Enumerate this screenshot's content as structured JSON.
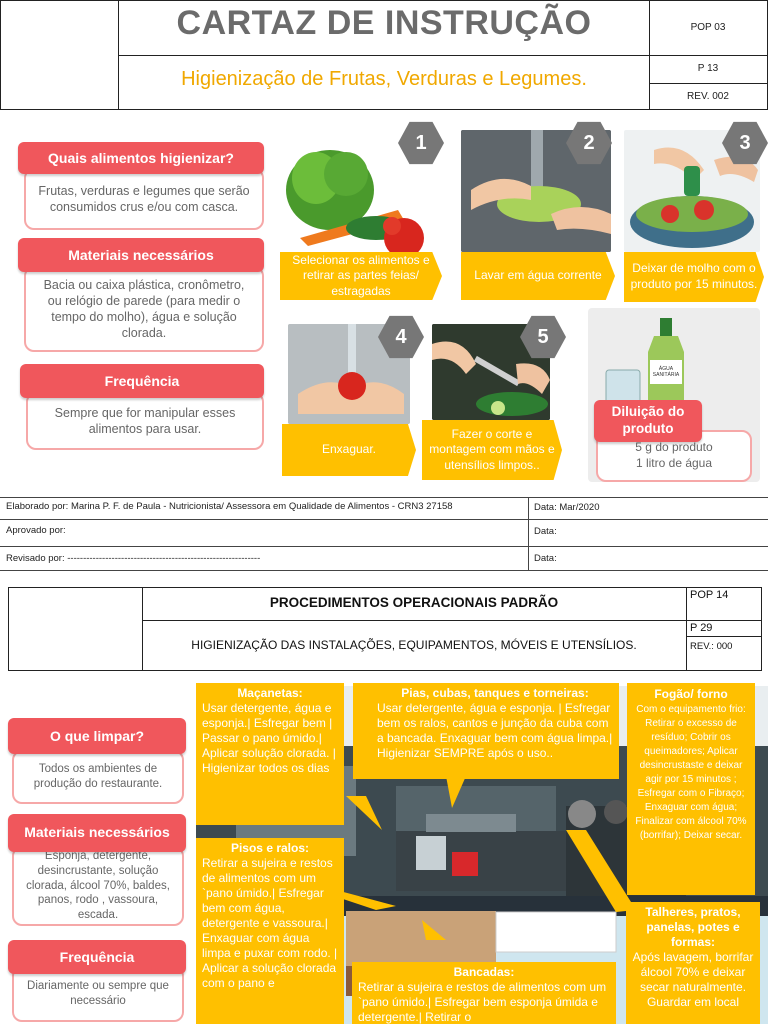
{
  "poster1": {
    "title": "CARTAZ DE INSTRUÇÃO",
    "subtitle": "Higienização de Frutas, Verduras e Legumes.",
    "code": "POP 03",
    "page": "P 13",
    "rev": "REV. 002",
    "sections": [
      {
        "label": "Quais alimentos higienizar?",
        "text": "Frutas, verduras e legumes que serão consumidos crus e/ou com casca."
      },
      {
        "label": "Materiais necessários",
        "text": "Bacia ou caixa plástica, cronômetro, ou relógio de parede (para medir o tempo do molho), água e solução clorada."
      },
      {
        "label": "Frequência",
        "text": "Sempre que for manipular esses alimentos para usar."
      }
    ],
    "steps": [
      {
        "num": "1",
        "text": "Selecionar os alimentos e retirar as partes feias/ estragadas"
      },
      {
        "num": "2",
        "text": "Lavar em água corrente"
      },
      {
        "num": "3",
        "text": "Deixar de molho com o produto por 15 minutos."
      },
      {
        "num": "4",
        "text": "Enxaguar."
      },
      {
        "num": "5",
        "text": "Fazer o corte e montagem com mãos e utensílios limpos.."
      }
    ],
    "dilution": {
      "label": "Diluição do produto",
      "line1": "5 g do produto",
      "line2": "1 litro de água",
      "bottle_label": "ÁGUA SANITÁRIA"
    }
  },
  "footer": {
    "elaborado": "Elaborado por: Marina P. F. de Paula  - Nutricionista/ Assessora em   Qualidade de Alimentos - CRN3 27158",
    "data1": "Data: Mar/2020",
    "aprovado": "Aprovado por:",
    "data2": "Data:",
    "revisado": "Revisado por: -------------------------------------------------------------",
    "data3": "Data:"
  },
  "poster2": {
    "title": "PROCEDIMENTOS OPERACIONAIS PADRÃO",
    "subtitle": "HIGIENIZAÇÃO DAS INSTALAÇÕES, EQUIPAMENTOS, MÓVEIS E UTENSÍLIOS.",
    "code": "POP 14",
    "page": "P 29",
    "rev": "REV.: 000",
    "sections": [
      {
        "label": "O que limpar?",
        "text": "Todos os ambientes de produção do restaurante."
      },
      {
        "label": "Materiais necessários",
        "text": "Esponja, detergente, desincrustante, solução clorada, álcool 70%, baldes, panos, rodo , vassoura, escada."
      },
      {
        "label": "Frequência",
        "text": "Diariamente ou sempre que necessário"
      }
    ],
    "callouts": {
      "macanetas": {
        "title": "Maçanetas:",
        "text": "Usar detergente, água e esponja.| Esfregar bem | Passar o pano úmido.| Aplicar solução clorada. | Higienizar todos os dias"
      },
      "pias": {
        "title": "Pias, cubas, tanques e torneiras:",
        "text": "Usar detergente, água e esponja. | Esfregar bem  os ralos, cantos e junção da cuba com a bancada. Enxaguar bem com água limpa.| Higienizar SEMPRE após o uso.."
      },
      "fogao": {
        "title": "Fogão/ forno",
        "text": "Com o equipamento frio: Retirar o excesso de resíduo; Cobrir os queimadores; Aplicar desincrustaste e deixar agir por 15 minutos ; Esfregar com o Fibraço; Enxaguar com água; Finalizar com álcool 70% (borrifar); Deixar secar."
      },
      "pisos": {
        "title": "Pisos e ralos:",
        "text": "Retirar a sujeira  e restos de alimentos com um `pano úmido.| Esfregar bem com água, detergente e vassoura.| Enxaguar com água limpa e puxar com rodo. | Aplicar a solução clorada com o pano e"
      },
      "bancadas": {
        "title": "Bancadas:",
        "text": "Retirar a sujeira  e restos de alimentos com um `pano úmido.| Esfregar bem esponja  úmida e detergente.| Retirar o"
      },
      "talheres": {
        "title": "Talheres, pratos, panelas, potes e formas:",
        "text": "Após lavagem, borrifar álcool 70% e deixar secar naturalmente. Guardar em local"
      }
    }
  },
  "colors": {
    "red": "#f0575c",
    "yellow": "#ffc000",
    "gray_badge": "#777777",
    "title_gray": "#6b6b6b"
  }
}
